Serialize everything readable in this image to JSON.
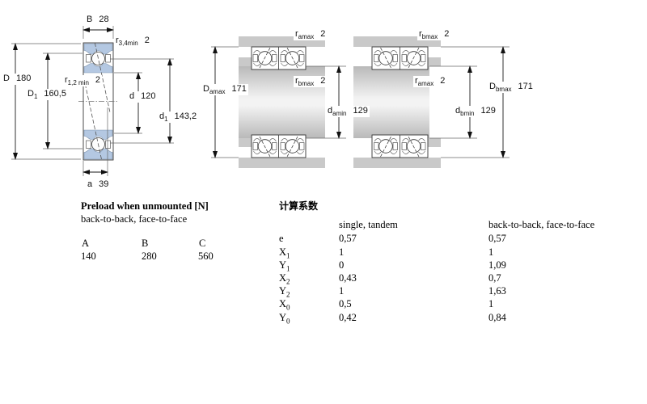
{
  "drawing": {
    "left": {
      "B": {
        "base": "B",
        "sub": "",
        "value": "28"
      },
      "r34": {
        "base": "r",
        "sub": "3,4min",
        "value": "2"
      },
      "D": {
        "base": "D",
        "sub": "",
        "value": "180"
      },
      "D1": {
        "base": "D",
        "sub": "1",
        "value": "160,5"
      },
      "r12": {
        "base": "r",
        "sub": "1,2 min",
        "value": "2"
      },
      "d": {
        "base": "d",
        "sub": "",
        "value": "120"
      },
      "d1": {
        "base": "d",
        "sub": "1",
        "value": "143,2"
      },
      "a": {
        "base": "a",
        "sub": "",
        "value": "39"
      }
    },
    "middle": {
      "r_top": {
        "base": "r",
        "sub": "amax",
        "value": "2"
      },
      "D_max": {
        "base": "D",
        "sub": "amax",
        "value": "171"
      },
      "r_mid": {
        "base": "r",
        "sub": "bmax",
        "value": "2"
      },
      "d_min": {
        "base": "d",
        "sub": "amin",
        "value": "129"
      }
    },
    "right": {
      "r_top": {
        "base": "r",
        "sub": "bmax",
        "value": "2"
      },
      "r_mid": {
        "base": "r",
        "sub": "amax",
        "value": "2"
      },
      "D_max": {
        "base": "D",
        "sub": "bmax",
        "value": "171"
      },
      "d_min": {
        "base": "d",
        "sub": "bmin",
        "value": "129"
      }
    },
    "colors": {
      "ring_blue": "#b4c8e2",
      "steel_gray": "#c9c9c9"
    }
  },
  "preload": {
    "title": "Preload when unmounted [N]",
    "subtitle": "back-to-back, face-to-face",
    "columns": [
      "A",
      "B",
      "C"
    ],
    "values": [
      "140",
      "280",
      "560"
    ]
  },
  "factors": {
    "title": "计算系数",
    "col1_header": "single, tandem",
    "col2_header": "back-to-back, face-to-face",
    "rows": [
      {
        "base": "e",
        "sub": "",
        "v1": "0,57",
        "v2": "0,57"
      },
      {
        "base": "X",
        "sub": "1",
        "v1": "1",
        "v2": "1"
      },
      {
        "base": "Y",
        "sub": "1",
        "v1": "0",
        "v2": "1,09"
      },
      {
        "base": "X",
        "sub": "2",
        "v1": "0,43",
        "v2": "0,7"
      },
      {
        "base": "Y",
        "sub": "2",
        "v1": "1",
        "v2": "1,63"
      },
      {
        "base": "X",
        "sub": "0",
        "v1": "0,5",
        "v2": "1"
      },
      {
        "base": "Y",
        "sub": "0",
        "v1": "0,42",
        "v2": "0,84"
      }
    ]
  }
}
